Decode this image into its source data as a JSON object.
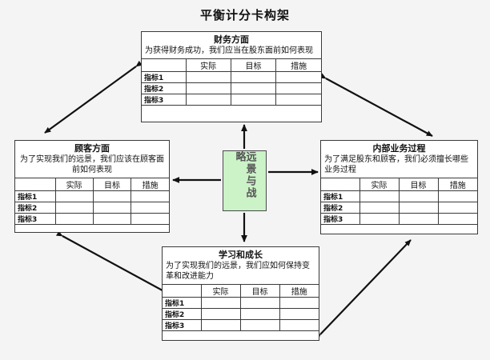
{
  "title": "平衡计分卡构架",
  "colors": {
    "background": "#f4f4f4",
    "box_fill": "#ffffff",
    "box_border": "#3a3a3a",
    "center_fill": "#ccf2c8",
    "center_text": "#555555",
    "arrow": "#111111"
  },
  "center": {
    "label": "远景与战略"
  },
  "table_headers": {
    "corner": "",
    "actual": "实际",
    "target": "目标",
    "measure": "措施"
  },
  "row_labels": [
    "指标1",
    "指标2",
    "指标3"
  ],
  "perspectives": {
    "financial": {
      "heading": "财务方面",
      "description": "为获得财务成功，我们应当在股东面前如何表现"
    },
    "customer": {
      "heading": "顾客方面",
      "description": "为了实现我们的远景，我们应该在顾客面前如何表现"
    },
    "internal": {
      "heading": "内部业务过程",
      "description": "为了满足股东和顾客，我们必须擅长哪些业务过程"
    },
    "learning": {
      "heading": "学习和成长",
      "description": "为了实现我们的远景，我们应如何保持变革和改进能力"
    }
  }
}
